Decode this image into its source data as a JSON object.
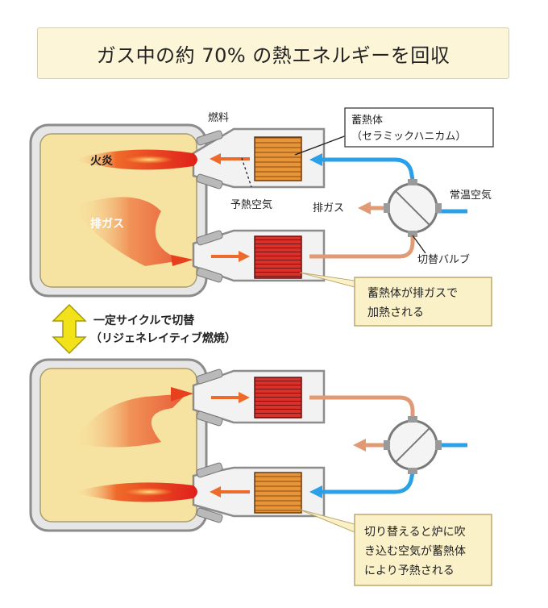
{
  "title": "ガス中の約 70% の熱エネルギーを回収",
  "labels": {
    "fuel": "燃料",
    "storage_line1": "蓄熱体",
    "storage_line2": "（セラミックハニカム）",
    "flame": "火炎",
    "exhaust_in_furnace": "排ガス",
    "preheated_air": "予熱空気",
    "exhaust_out": "排ガス",
    "ambient_air": "常温空気",
    "switch_valve": "切替バルブ",
    "cycle_line1": "一定サイクルで切替",
    "cycle_line2": "（リジェネレイティブ燃焼）"
  },
  "callouts": {
    "heated": [
      "蓄熱体が排ガスで",
      "加熱される"
    ],
    "preheat": [
      "切り替えると炉に吹",
      "き込む空気が蓄熱体",
      "により予熱される"
    ]
  },
  "colors": {
    "furnace_fill": "#f7e3a1",
    "furnace_border": "#888888",
    "cold_air": "#2aa0e8",
    "hot_exhaust": "#e29a75",
    "storage_cool": "#e8953a",
    "storage_hot": "#d9322b",
    "callout_bg": "#fbf1c9"
  }
}
